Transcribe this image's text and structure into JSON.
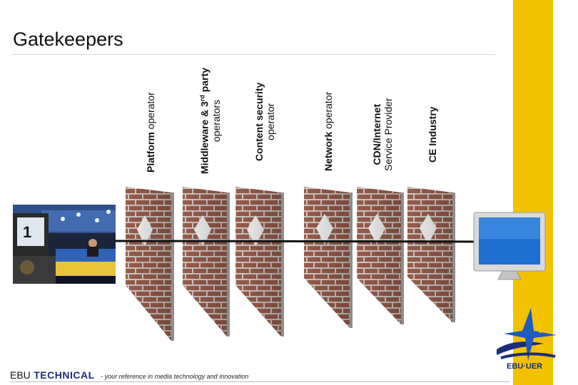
{
  "slide": {
    "title": "Gatekeepers"
  },
  "columns": [
    {
      "strong": "Platform",
      "rest": " operator"
    },
    {
      "strong": "Middleware & 3",
      "sup": "rd",
      "strong2": " party",
      "line2": "operators"
    },
    {
      "strong": "Content security",
      "line2": "operator"
    },
    {
      "strong": "Network",
      "rest": " operator"
    },
    {
      "strong": "CDN/Internet",
      "line2": "Service Provider"
    },
    {
      "strong": "CE Industry"
    }
  ],
  "footer": {
    "org": "EBU",
    "division": "TECHNICAL",
    "tagline": "- your reference in media technology and innovation"
  },
  "logo": {
    "text": "EBU·UER"
  },
  "colors": {
    "accent_yellow": "#f2c200",
    "brick": "#a0614e",
    "mortar": "#d8d2cc",
    "screen_blue": "#1e6fd0",
    "ebu_blue": "#1a2d7a"
  }
}
